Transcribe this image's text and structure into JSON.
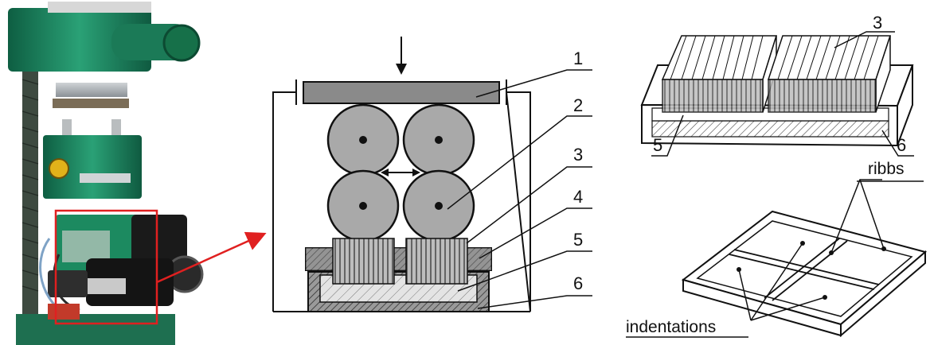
{
  "figure": {
    "machine_photo": {
      "highlight_color": "#e02020"
    },
    "section_diagram": {
      "load_arrow": "down-arrow",
      "motion_arrow": "double-headed-arrow",
      "labels": [
        "1",
        "2",
        "3",
        "4",
        "5",
        "6"
      ]
    },
    "tray_diagram": {
      "labels": [
        "3",
        "5",
        "6"
      ]
    },
    "frame_diagram": {
      "ribbs_label": "ribbs",
      "indentations_label": "indentations"
    }
  },
  "colors": {
    "machine_green": "#1f8a63",
    "roller_gray": "#a9a9a9",
    "plate_gray": "#8a8a8a",
    "accent_red": "#e02020"
  }
}
